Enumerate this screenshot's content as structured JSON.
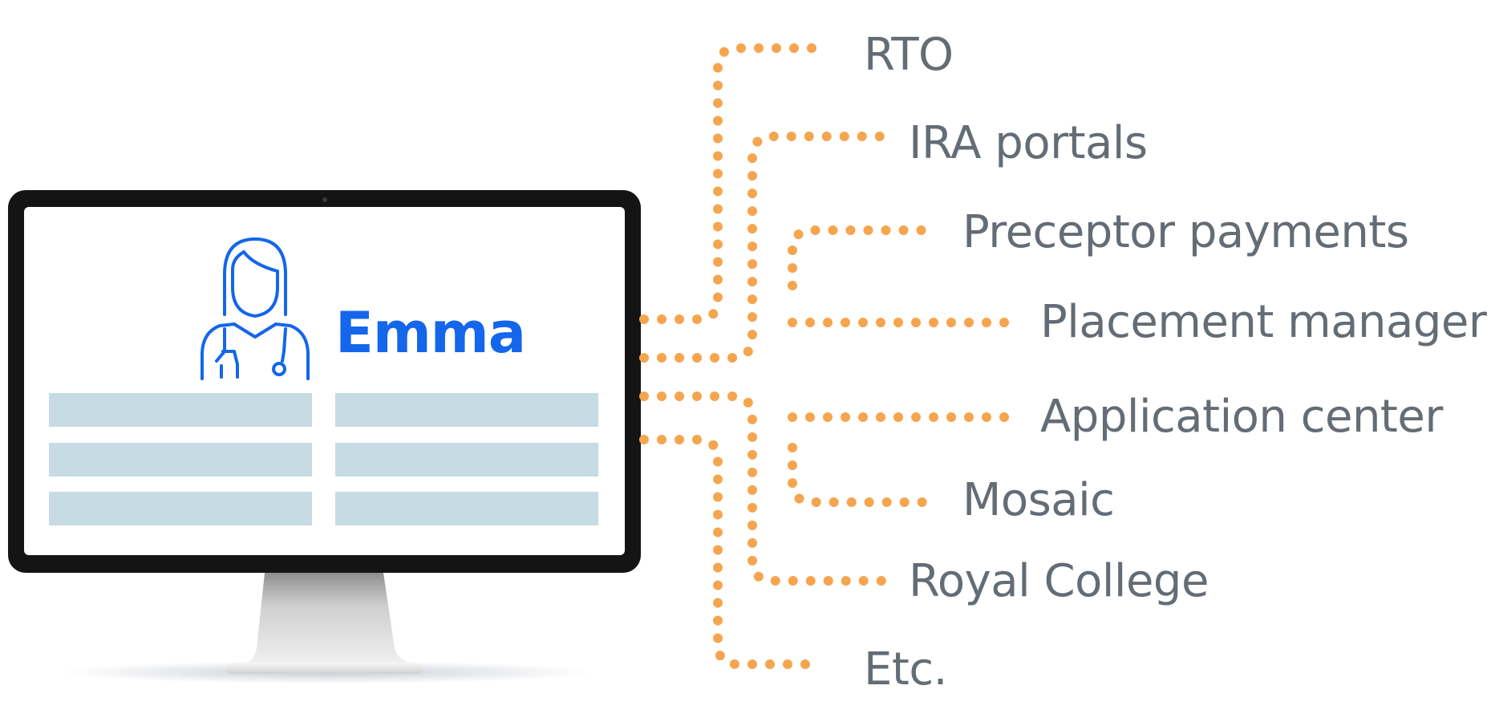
{
  "user": {
    "name": "Emma",
    "avatar_icon": "doctor-icon"
  },
  "systems": [
    {
      "id": "rto",
      "label": "RTO"
    },
    {
      "id": "ira-portals",
      "label": "IRA portals"
    },
    {
      "id": "preceptor-payments",
      "label": "Preceptor payments"
    },
    {
      "id": "placement-manager",
      "label": "Placement manager"
    },
    {
      "id": "application-center",
      "label": "Application center"
    },
    {
      "id": "mosaic",
      "label": "Mosaic"
    },
    {
      "id": "royal-college",
      "label": "Royal College"
    },
    {
      "id": "etc",
      "label": "Etc."
    }
  ],
  "colors": {
    "connector": "#f5a54e",
    "label": "#646c75",
    "accent": "#1466ea",
    "placeholder": "#c6dbe3",
    "bezel": "#141414"
  }
}
